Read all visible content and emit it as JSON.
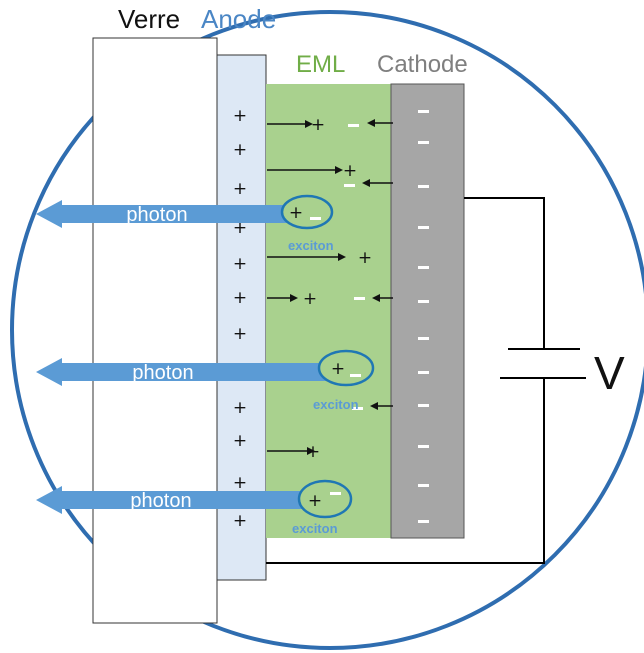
{
  "labels": {
    "glass": "Verre",
    "anode": "Anode",
    "eml": "EML",
    "cathode": "Cathode",
    "voltage": "V"
  },
  "photons": [
    "photon",
    "photon",
    "photon"
  ],
  "excitons": [
    "exciton",
    "exciton",
    "exciton"
  ],
  "charges": {
    "positive": "+",
    "negative": "-"
  },
  "colors": {
    "glass": "#ffffff",
    "anode": "#dde8f5",
    "eml": "#a9d18e",
    "cathode": "#a6a6a6",
    "photon_arrow": "#5b9bd5",
    "anode_label": "#4a86c5",
    "eml_label": "#70ad47",
    "cathode_label": "#7f7f7f",
    "circle_border": "#1f77b4"
  }
}
